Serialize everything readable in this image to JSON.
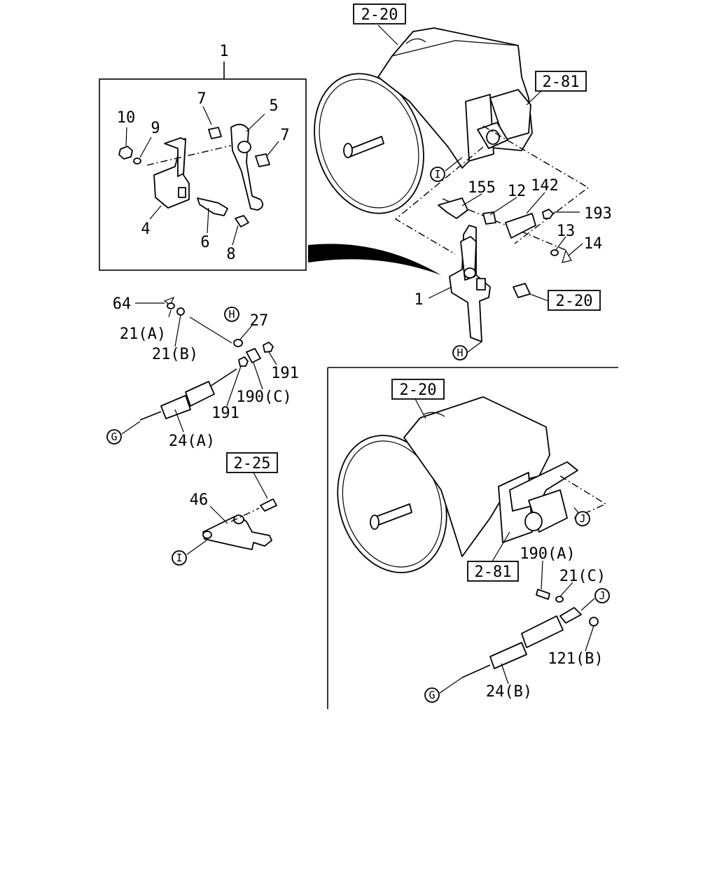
{
  "parts": {
    "p1_top": "1",
    "p7a": "7",
    "p5": "5",
    "p10": "10",
    "p9": "9",
    "p7b": "7",
    "p4": "4",
    "p6": "6",
    "p8": "8",
    "p155": "155",
    "p12": "12",
    "p142": "142",
    "p193": "193",
    "p13": "13",
    "p14": "14",
    "p1_mid": "1",
    "p64": "64",
    "p21a": "21(A)",
    "p21b": "21(B)",
    "p27": "27",
    "p191a": "191",
    "p190c": "190(C)",
    "p191b": "191",
    "p24a": "24(A)",
    "p46": "46",
    "p190a": "190(A)",
    "p21c": "21(C)",
    "p121b": "121(B)",
    "p24b": "24(B)"
  },
  "refs": {
    "r220_top": "2-20",
    "r281_top": "2-81",
    "r220_mid": "2-20",
    "r225": "2-25",
    "r220_low": "2-20",
    "r281_low": "2-81"
  },
  "connectors": {
    "I": "I",
    "H": "H",
    "G": "G",
    "J": "J"
  }
}
